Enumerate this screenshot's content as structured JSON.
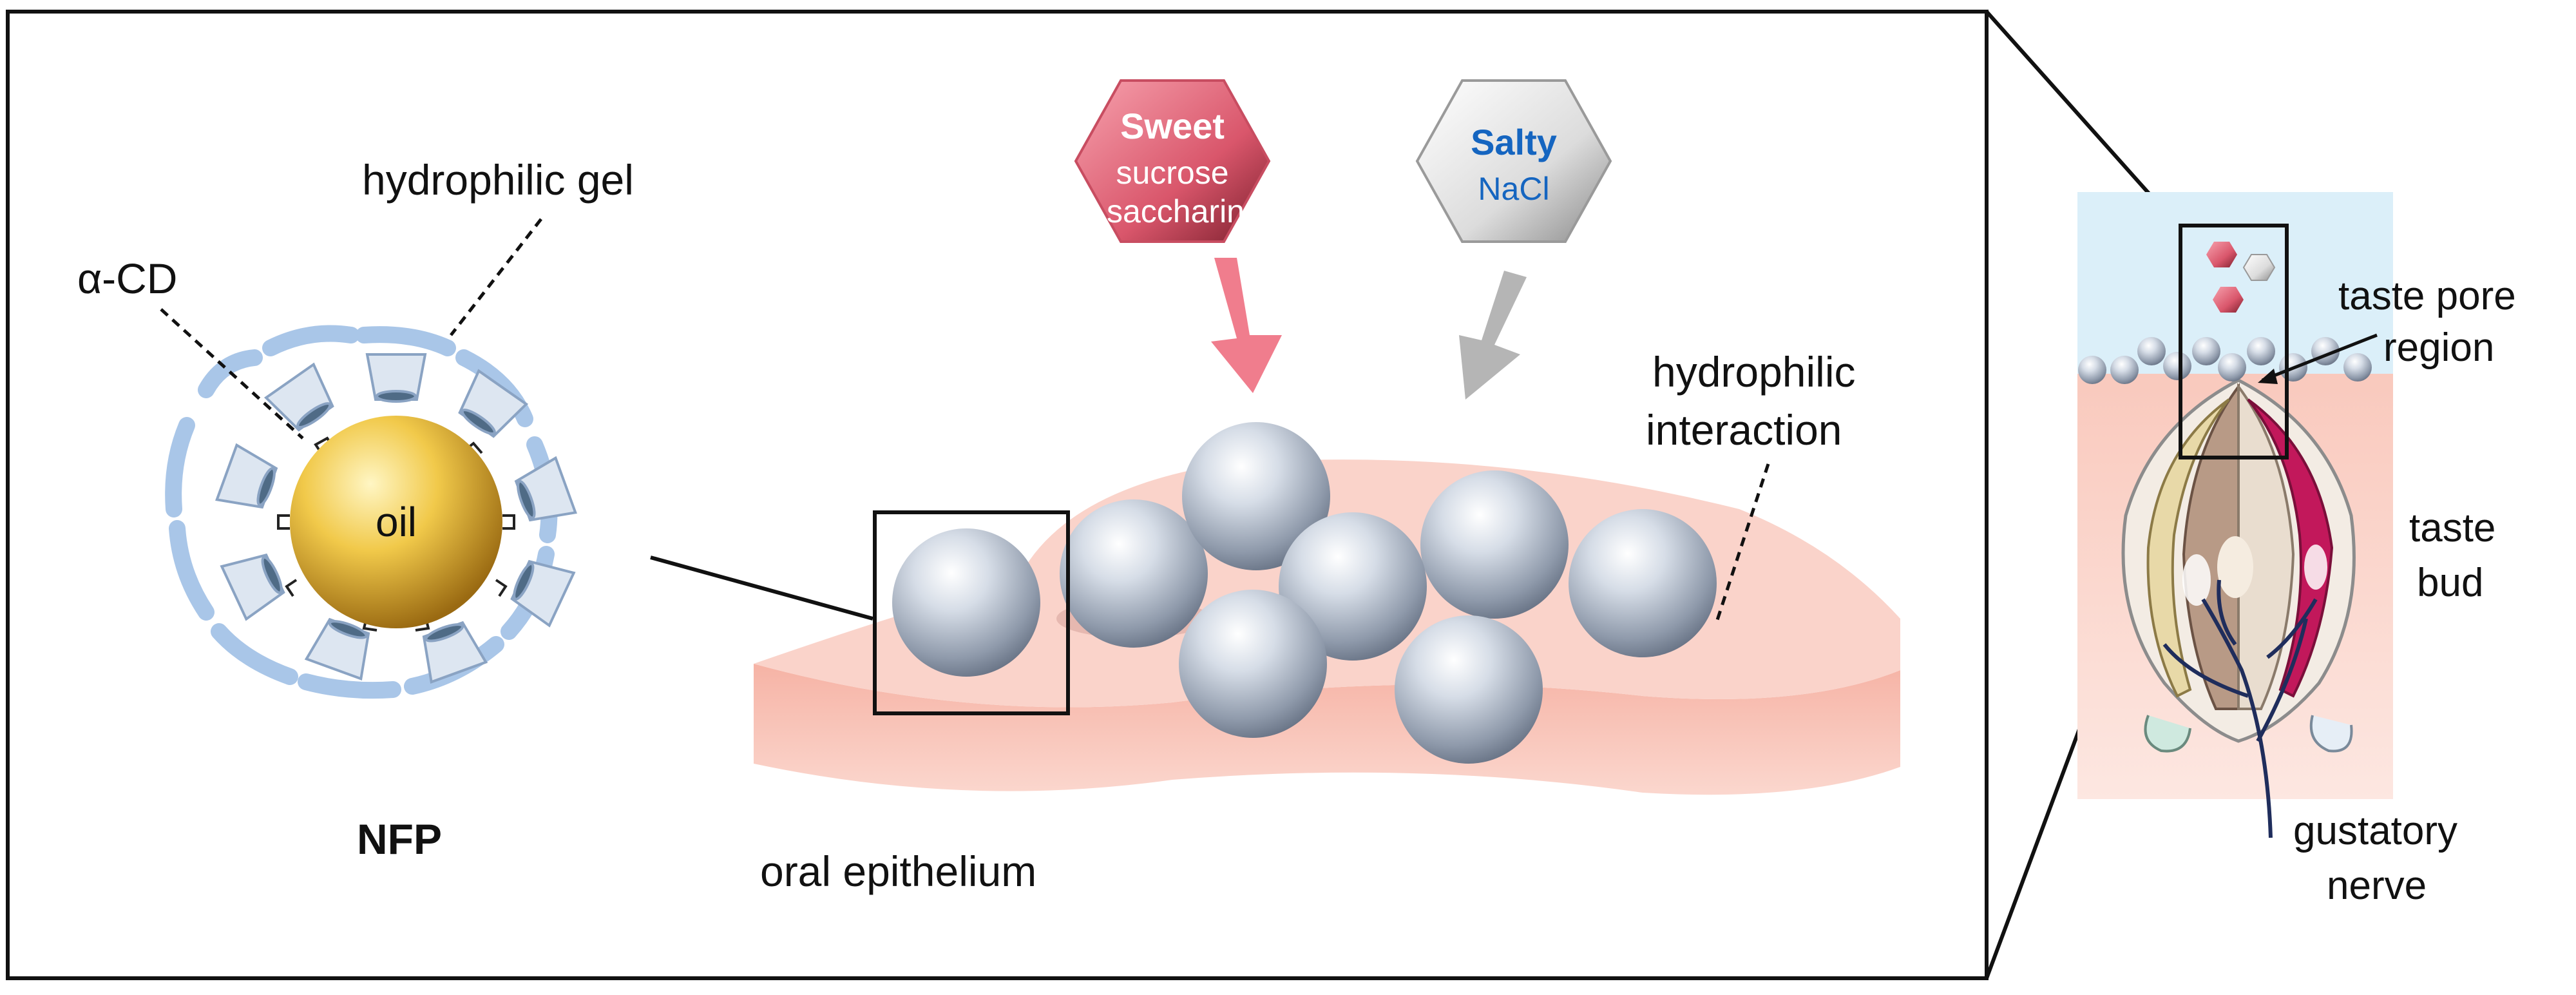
{
  "nfp": {
    "title": "NFP",
    "core_label": "oil",
    "cd_label": "α-CD",
    "gel_label": "hydrophilic gel"
  },
  "epithelium": {
    "surface_label": "oral epithelium",
    "interaction_label": [
      "hydrophilic",
      "interaction"
    ]
  },
  "tastants": {
    "sweet": {
      "title": "Sweet",
      "items": [
        "sucrose",
        "saccharin"
      ],
      "color": "#d9566b"
    },
    "salty": {
      "title": "Salty",
      "items": [
        "NaCl"
      ],
      "color": "#1565c0"
    }
  },
  "taste_bud": {
    "pore_label": [
      "taste pore",
      "region"
    ],
    "bud_label": [
      "taste",
      "bud"
    ],
    "nerve_label": [
      "gustatory",
      "nerve"
    ]
  },
  "colors": {
    "gel": "#a9c6e8",
    "oil": "#e0b23a",
    "epithelium": "#f7c6bb",
    "particle": "#b9c3d1",
    "sweet_arrow": "#f07d8d",
    "salty_arrow": "#b5b5b5",
    "mucus": "#dbeff9"
  }
}
